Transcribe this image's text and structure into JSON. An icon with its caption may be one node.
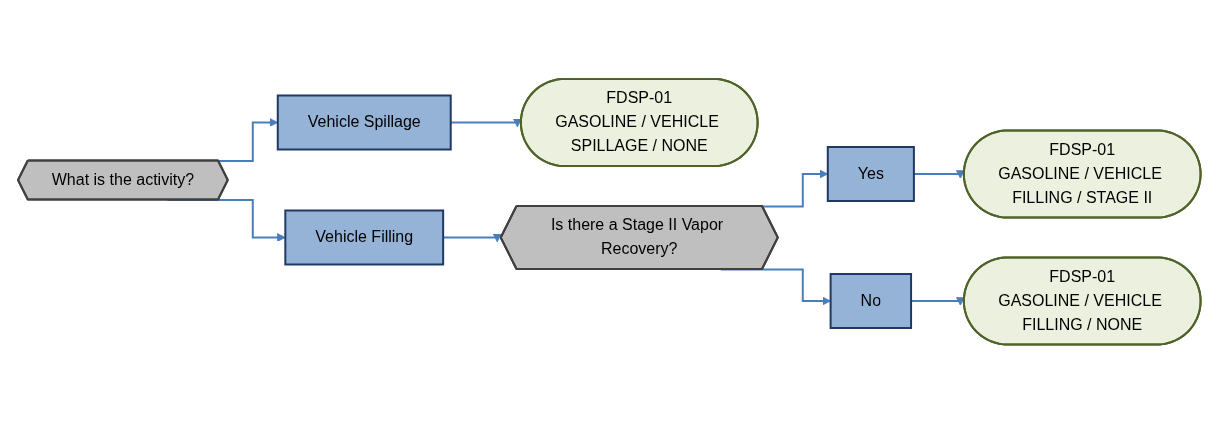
{
  "diagram": {
    "nodes": [
      {
        "text": [
          "What is the activity?"
        ]
      },
      {
        "text": [
          "Vehicle Spillage"
        ]
      },
      {
        "text": [
          "FDSP-01",
          "GASOLINE / VEHICLE SPILLAGE / NONE"
        ]
      },
      {
        "text": [
          "Vehicle Filling"
        ]
      },
      {
        "text": [
          "Is there a Stage II Vapor Recovery?"
        ]
      },
      {
        "text": [
          "Yes"
        ]
      },
      {
        "text": [
          "FDSP-01",
          "GASOLINE / VEHICLE FILLING / STAGE II"
        ]
      },
      {
        "text": [
          "No"
        ]
      },
      {
        "text": [
          "FDSP-01",
          "GASOLINE / VEHICLE FILLING / NONE"
        ]
      }
    ],
    "edges": [
      {
        "from": 0,
        "to": 1,
        "arrow": "to"
      },
      {
        "from": 0,
        "to": 3,
        "arrow": "to"
      },
      {
        "from": 1,
        "to": 2,
        "arrow": "to"
      },
      {
        "from": 3,
        "to": 4,
        "arrow": "to"
      },
      {
        "from": 4,
        "to": 5,
        "arrow": "to"
      },
      {
        "from": 4,
        "to": 7,
        "arrow": "to"
      },
      {
        "from": 5,
        "to": 6,
        "arrow": "to"
      },
      {
        "from": 7,
        "to": 8,
        "arrow": "to"
      }
    ]
  }
}
